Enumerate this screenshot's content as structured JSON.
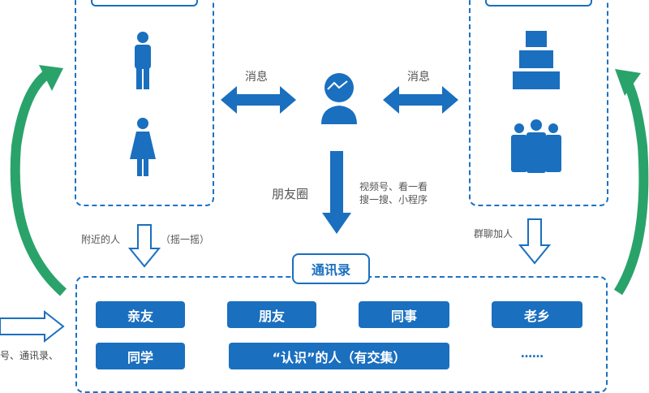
{
  "messages": {
    "left": "消息",
    "right": "消息"
  },
  "moments": "朋友圈",
  "channels": [
    "视频号、看一看",
    "搜一搜、小程序"
  ],
  "nearby": "附近的人",
  "shake": "（摇一摇）",
  "group_add": "群聊加人",
  "contacts_title": "通讯录",
  "categories": [
    "亲友",
    "朋友",
    "同事",
    "老乡",
    "同学",
    "“认识”的人（有交集）",
    "……"
  ],
  "left_partial": "号、通讯录、",
  "colors": {
    "blue": "#1a6fbf",
    "green": "#2aa36b"
  }
}
